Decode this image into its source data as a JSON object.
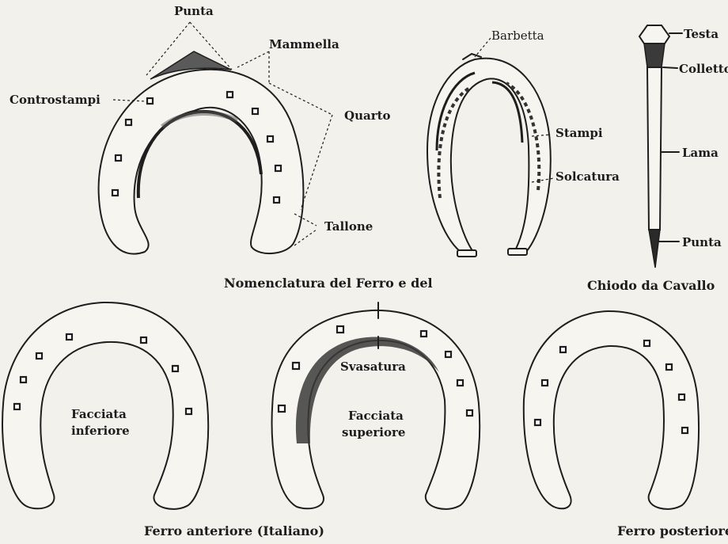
{
  "labels": {
    "punta_top": "Punta",
    "mammella": "Mammella",
    "controstampi": "Controstampi",
    "quarto": "Quarto",
    "tallone": "Tallone",
    "barbetta": "Barbetta",
    "stampi": "Stampi",
    "solcatura": "Solcatura",
    "testa": "Testa",
    "colletto": "Colletto",
    "lama": "Lama",
    "punta_nail": "Punta",
    "svasatura": "Svasatura",
    "facciata_inferiore_1": "Facciata",
    "facciata_inferiore_2": "inferiore",
    "facciata_superiore_1": "Facciata",
    "facciata_superiore_2": "superiore"
  },
  "captions": {
    "nomenclatura": "Nomenclatura del Ferro e del",
    "chiodo": "Chiodo da Cavallo",
    "ferro_anteriore": "Ferro anteriore (Italiano)",
    "ferro_posteriore": "Ferro posteriore"
  },
  "colors": {
    "ink": "#1e1e1e",
    "paper": "#f3f1ec"
  }
}
